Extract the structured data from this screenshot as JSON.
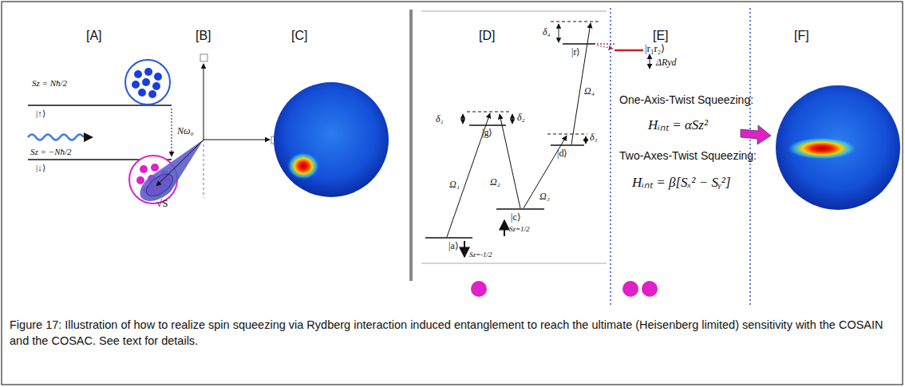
{
  "diagram": {
    "caption": "Figure 17: Illustration of how to realize spin squeezing via Rydberg interaction induced entanglement to reach the ultimate (Heisenberg limited) sensitivity with the COSAIN and the COSAC. See text for details.",
    "labels": [
      "[A]",
      "[B]",
      "[C]",
      "[D]",
      "[E]",
      "[F]",
      "Sz = Nħ/2",
      "|↑⟩",
      "Sz = −Nħ/2",
      "|↓⟩",
      "Nω₀",
      "√S",
      "δ₁",
      "δ₂",
      "δ₃",
      "δ₄",
      "|g⟩",
      "|c⟩",
      "|a⟩",
      "|d⟩",
      "|r⟩",
      "Ω₁",
      "Ω₂",
      "Ω₃",
      "Ω₄",
      "Sz=1/2",
      "Sz=-1/2",
      "|r₁r₂⟩",
      "ΔRyd",
      "One-Axis-Twist Squeezing:",
      "Hᵢₙₜ = αSz²",
      "Two-Axes-Twist Squeezing:",
      "Hᵢₙₜ = β[Sₓ² − Sᵧ²]"
    ]
  }
}
